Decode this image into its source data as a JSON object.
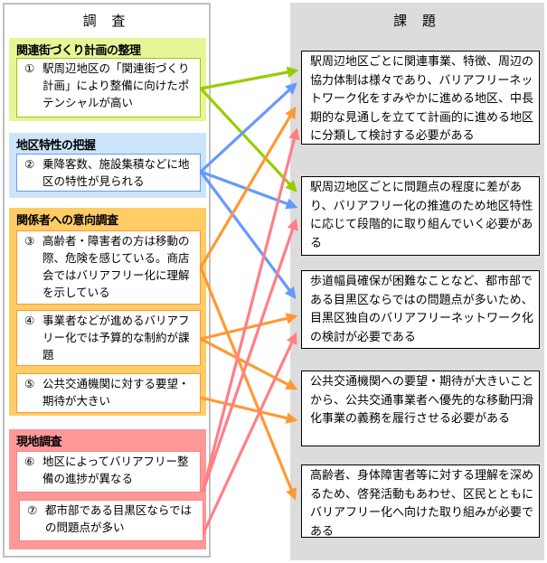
{
  "survey": {
    "title": "調 査",
    "sections": [
      {
        "title": "関連街づくり計画の整理",
        "color_bg": "#e6f598",
        "color_border": "#99cc00",
        "items": [
          {
            "num": "①",
            "text": "駅周辺地区の「関連街づくり計画」により整備に向けたポテンシャルが高い"
          }
        ]
      },
      {
        "title": "地区特性の把握",
        "color_bg": "#cce4fa",
        "color_border": "#6699ff",
        "items": [
          {
            "num": "②",
            "text": "乗降客数、施設集積などに地区の特性が見られる"
          }
        ]
      },
      {
        "title": "関係者への意向調査",
        "color_bg": "#ffcc66",
        "color_border": "#ff9933",
        "items": [
          {
            "num": "③",
            "text": "高齢者・障害者の方は移動の際、危険を感じている。商店会ではバリアフリー化に理解を示している"
          },
          {
            "num": "④",
            "text": "事業者などが進めるバリアフリー化では予算的な制約が課題"
          },
          {
            "num": "⑤",
            "text": "公共交通機関に対する要望・期待が大きい"
          }
        ]
      },
      {
        "title": "現地調査",
        "color_bg": "#ff9999",
        "color_border": "#ff7f7f",
        "items": [
          {
            "num": "⑥",
            "text": "地区によってバリアフリー整備の進捗が異なる"
          },
          {
            "num": "⑦",
            "text": "都市部である目黒区ならではの問題点が多い"
          }
        ]
      }
    ]
  },
  "issues": {
    "title": "課 題",
    "items": [
      {
        "text": "駅周辺地区ごとに関連事業、特徴、周辺の協力体制は様々であり、バリアフリーネットワーク化をすみやかに進める地区、中長期的な見通しを立てて計画的に進める地区に分類して検討する必要がある"
      },
      {
        "text": "駅周辺地区ごとに問題点の程度に差があり、バリアフリー化の推進のため地区特性に応じて段階的に取り組んでいく必要がある"
      },
      {
        "text": "歩道幅員確保が困難なことなど、都市部である目黒区ならではの問題点が多いため、目黒区独自のバリアフリーネットワーク化の検討が必要である"
      },
      {
        "text": "公共交通機関への要望・期待が大きいことから、公共交通事業者へ優先的な移動円滑化事業の義務を履行させる必要がある"
      },
      {
        "text": "高齢者、身体障害者等に対する理解を深めるため、啓発活動もあわせ、区民とともにバリアフリー化へ向けた取り組みが必要である"
      }
    ]
  },
  "connections": [
    {
      "from": "①",
      "to": 1,
      "color": "#99cc00"
    },
    {
      "from": "①",
      "to": 2,
      "color": "#99cc00"
    },
    {
      "from": "②",
      "to": 1,
      "color": "#6699ff"
    },
    {
      "from": "②",
      "to": 2,
      "color": "#6699ff"
    },
    {
      "from": "②",
      "to": 3,
      "color": "#6699ff"
    },
    {
      "from": "③",
      "to": 1,
      "color": "#ff9933"
    },
    {
      "from": "③",
      "to": 5,
      "color": "#ff9933"
    },
    {
      "from": "④",
      "to": 3,
      "color": "#ff9933"
    },
    {
      "from": "④",
      "to": 4,
      "color": "#ff9933"
    },
    {
      "from": "⑤",
      "to": 4,
      "color": "#ff9933"
    },
    {
      "from": "⑥",
      "to": 1,
      "color": "#ff7f86"
    },
    {
      "from": "⑥",
      "to": 2,
      "color": "#ff7f86"
    },
    {
      "from": "⑦",
      "to": 3,
      "color": "#ff7f86"
    }
  ]
}
